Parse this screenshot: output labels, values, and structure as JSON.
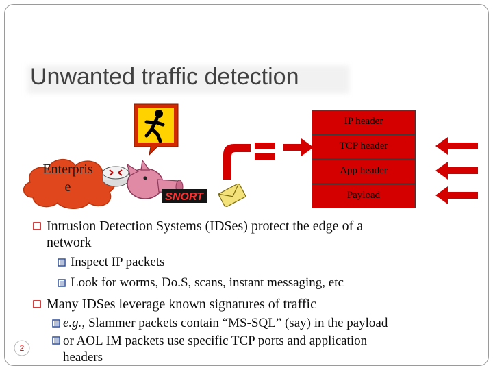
{
  "slide": {
    "title": "Unwanted traffic detection",
    "page_number": "2"
  },
  "diagram": {
    "cloud_label": "Enterpris\ne",
    "packet_layers": [
      "IP header",
      "TCP header",
      "App header",
      "Payload"
    ],
    "logo_text": "SNORT",
    "icons": [
      "aim-running-man-icon",
      "router-icon",
      "snort-pig-logo",
      "bend-arrow-icon",
      "equals-icon",
      "right-arrow-icon",
      "envelope-icon",
      "left-arrow-icon"
    ]
  },
  "bullets": {
    "b1": "Intrusion Detection Systems (IDSes) protect the edge of a",
    "b1_cont": "network",
    "b1_sub1": "Inspect IP packets",
    "b1_sub2": "Look for  worms, Do.S, scans, instant messaging, etc",
    "b2": "Many IDSes leverage known signatures of traffic",
    "b2_sub1_em": "e.g.,",
    "b2_sub1_rest": " Slammer packets contain “MS-SQL” (say) in the payload",
    "b2_sub2": "or AOL IM packets use specific TCP ports and application",
    "b2_sub2_cont": "headers"
  },
  "colors": {
    "accent_red": "#c00000",
    "packet_red": "#d40000",
    "bullet_marker_blue": "#2e4e9a",
    "arrow_red": "#d40000"
  }
}
